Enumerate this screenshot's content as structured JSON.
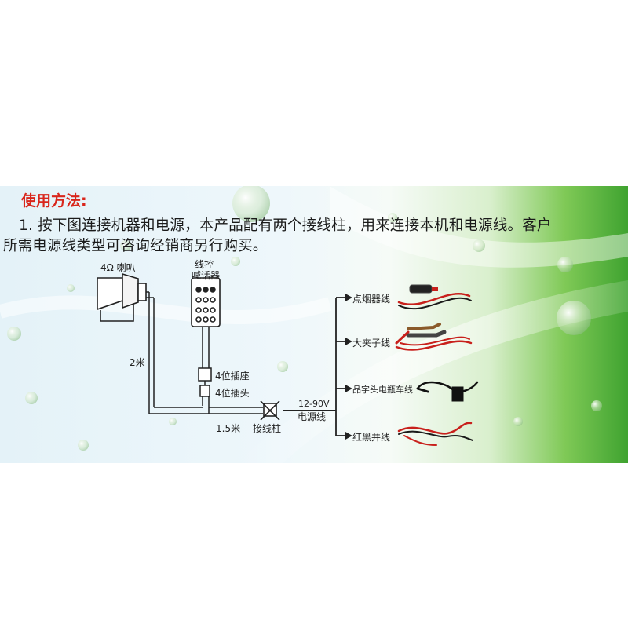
{
  "header": {
    "heading": "使用方法:",
    "line1": "1. 按下图连接机器和电源，本产品配有两个接线柱，用来连接本机和电源线。客户",
    "line2": "所需电源线类型可咨询经销商另行购买。"
  },
  "diagram": {
    "speaker_label": "4Ω 喇叭",
    "controller_label_1": "线控",
    "controller_label_2": "喊话器",
    "length_2m": "2米",
    "socket_label": "4位插座",
    "plug_label": "4位插头",
    "length_1_5m": "1.5米",
    "terminal_label": "接线柱",
    "voltage_label": "12-90V",
    "power_line_label": "电源线",
    "options": [
      {
        "label": "点烟器线"
      },
      {
        "label": "大夹子线"
      },
      {
        "label": "品字头电瓶车线"
      },
      {
        "label": "红黑并线"
      }
    ]
  },
  "colors": {
    "heading": "#d9261c",
    "accent_green": "#3fa330",
    "wire_red": "#c8201c",
    "wire_black": "#1a1a1a"
  }
}
